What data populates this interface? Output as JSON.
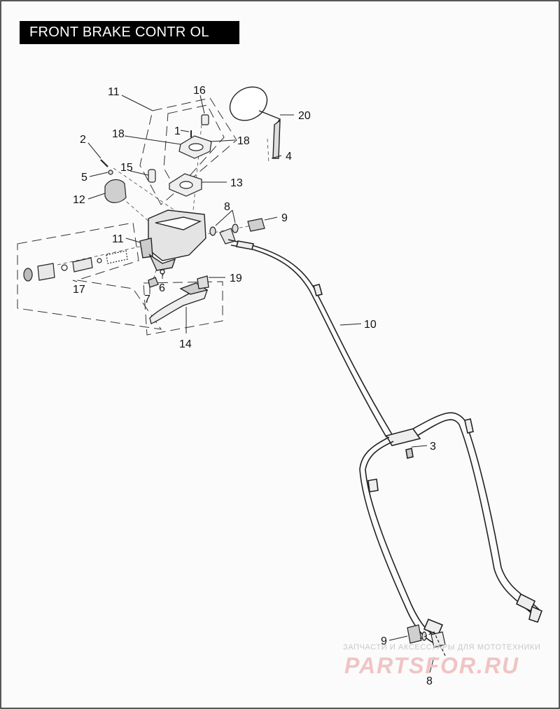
{
  "title": "FRONT BRAKE CONTR OL",
  "watermark": {
    "line1": "ЗАПЧАСТИ И АКСЕССУАРЫ ДЛЯ МОТОТЕХНИКИ",
    "line2": "PARTSFOR.RU"
  },
  "callouts": [
    {
      "id": "c1",
      "label": "1"
    },
    {
      "id": "c2",
      "label": "2"
    },
    {
      "id": "c3",
      "label": "3"
    },
    {
      "id": "c4",
      "label": "4"
    },
    {
      "id": "c5",
      "label": "5"
    },
    {
      "id": "c6",
      "label": "6"
    },
    {
      "id": "c7",
      "label": "7"
    },
    {
      "id": "c8a",
      "label": "8"
    },
    {
      "id": "c8b",
      "label": "8"
    },
    {
      "id": "c9a",
      "label": "9"
    },
    {
      "id": "c9b",
      "label": "9"
    },
    {
      "id": "c10",
      "label": "10"
    },
    {
      "id": "c11a",
      "label": "11"
    },
    {
      "id": "c11b",
      "label": "11"
    },
    {
      "id": "c12",
      "label": "12"
    },
    {
      "id": "c13",
      "label": "13"
    },
    {
      "id": "c14",
      "label": "14"
    },
    {
      "id": "c15",
      "label": "15"
    },
    {
      "id": "c16",
      "label": "16"
    },
    {
      "id": "c17",
      "label": "17"
    },
    {
      "id": "c18a",
      "label": "18"
    },
    {
      "id": "c18b",
      "label": "18"
    },
    {
      "id": "c19",
      "label": "19"
    },
    {
      "id": "c20",
      "label": "20"
    }
  ]
}
